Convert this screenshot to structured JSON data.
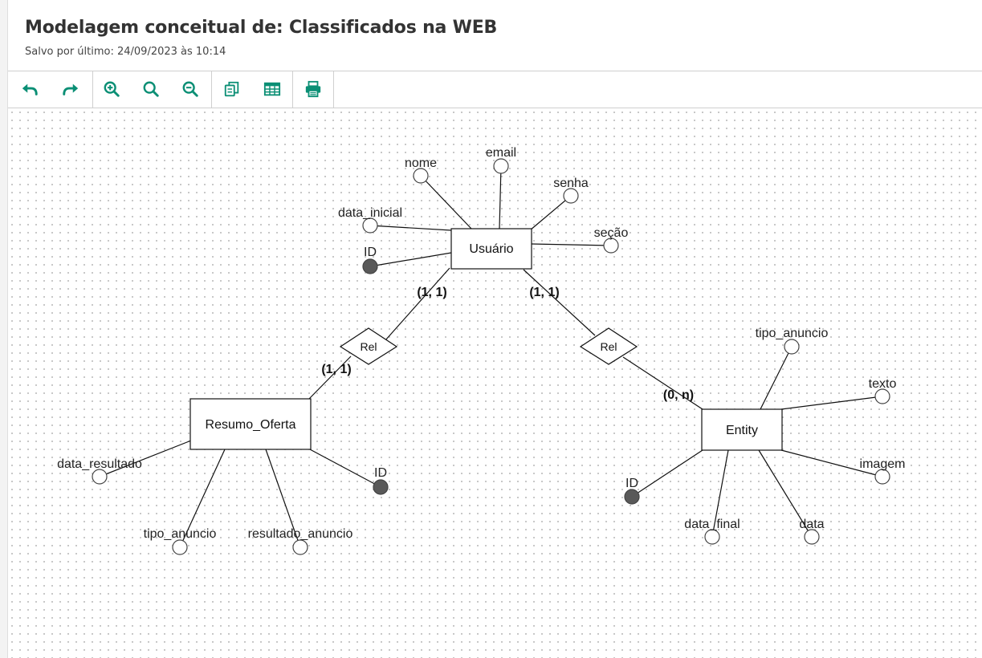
{
  "header": {
    "title": "Modelagem conceitual de: Classificados na WEB",
    "saved": "Salvo por último: 24/09/2023 às 10:14"
  },
  "toolbar": {
    "accent_color": "#0b8f75",
    "buttons": [
      {
        "icon": "undo-icon"
      },
      {
        "icon": "redo-icon"
      },
      {
        "icon": "zoom-in-icon"
      },
      {
        "icon": "zoom-reset-icon"
      },
      {
        "icon": "zoom-out-icon"
      },
      {
        "icon": "copy-icon"
      },
      {
        "icon": "table-icon"
      },
      {
        "icon": "print-icon"
      }
    ]
  },
  "diagram": {
    "entities": {
      "usuario": "Usuário",
      "resumo_oferta": "Resumo_Oferta",
      "entity": "Entity"
    },
    "relationships": {
      "rel1": "Rel",
      "rel2": "Rel"
    },
    "attributes": {
      "usuario": [
        "nome",
        "email",
        "senha",
        "data_inicial",
        "seção",
        "ID"
      ],
      "resumo_oferta": [
        "data_resultado",
        "tipo_anuncio",
        "resultado_anuncio",
        "ID"
      ],
      "entity": [
        "tipo_anuncio",
        "texto",
        "imagem",
        "ID",
        "data_final",
        "data"
      ]
    },
    "cardinalities": {
      "usuario_rel1": "(1, 1)",
      "usuario_rel2": "(1, 1)",
      "resumo_rel1": "(1, 1)",
      "entity_rel2": "(0, n)"
    }
  }
}
